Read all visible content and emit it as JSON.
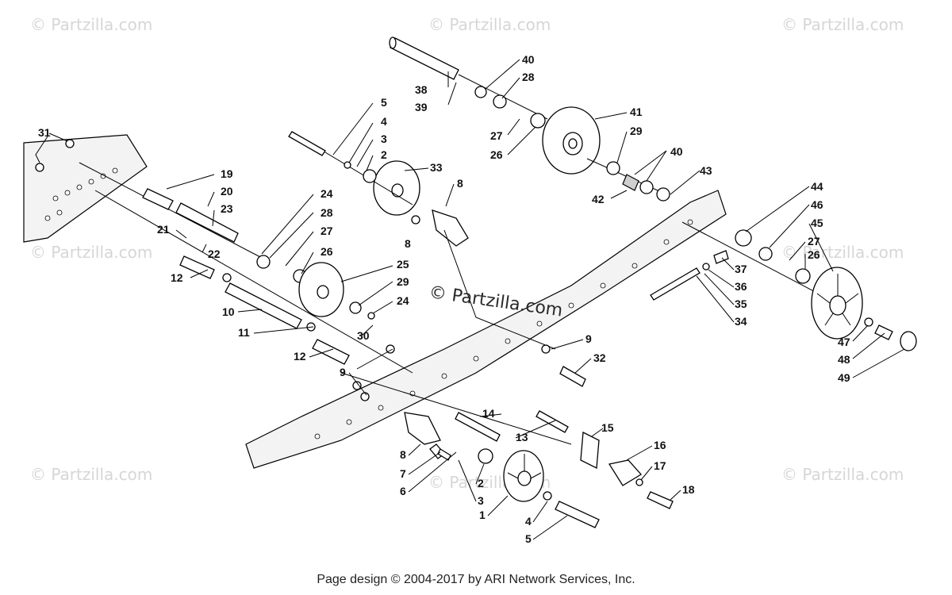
{
  "watermark": {
    "text": "© Partzilla.com",
    "center_text": "© Partzilla.com"
  },
  "callouts": [
    {
      "id": "c31",
      "text": "31"
    },
    {
      "id": "c19",
      "text": "19"
    },
    {
      "id": "c20",
      "text": "20"
    },
    {
      "id": "c23",
      "text": "23"
    },
    {
      "id": "c21",
      "text": "21"
    },
    {
      "id": "c22",
      "text": "22"
    },
    {
      "id": "c12a",
      "text": "12"
    },
    {
      "id": "c10",
      "text": "10"
    },
    {
      "id": "c11",
      "text": "11"
    },
    {
      "id": "c12b",
      "text": "12"
    },
    {
      "id": "c30",
      "text": "30"
    },
    {
      "id": "c9a",
      "text": "9"
    },
    {
      "id": "c5a",
      "text": "5"
    },
    {
      "id": "c4a",
      "text": "4"
    },
    {
      "id": "c3a",
      "text": "3"
    },
    {
      "id": "c2a",
      "text": "2"
    },
    {
      "id": "c33",
      "text": "33"
    },
    {
      "id": "c8a",
      "text": "8"
    },
    {
      "id": "c8b",
      "text": "8"
    },
    {
      "id": "c24a",
      "text": "24"
    },
    {
      "id": "c28a",
      "text": "28"
    },
    {
      "id": "c27a",
      "text": "27"
    },
    {
      "id": "c26a",
      "text": "26"
    },
    {
      "id": "c25",
      "text": "25"
    },
    {
      "id": "c29a",
      "text": "29"
    },
    {
      "id": "c24b",
      "text": "24"
    },
    {
      "id": "c38",
      "text": "38"
    },
    {
      "id": "c39",
      "text": "39"
    },
    {
      "id": "c40a",
      "text": "40"
    },
    {
      "id": "c28b",
      "text": "28"
    },
    {
      "id": "c27b",
      "text": "27"
    },
    {
      "id": "c26b",
      "text": "26"
    },
    {
      "id": "c41",
      "text": "41"
    },
    {
      "id": "c29b",
      "text": "29"
    },
    {
      "id": "c40b",
      "text": "40"
    },
    {
      "id": "c43",
      "text": "43"
    },
    {
      "id": "c42",
      "text": "42"
    },
    {
      "id": "c44",
      "text": "44"
    },
    {
      "id": "c46",
      "text": "46"
    },
    {
      "id": "c45",
      "text": "45"
    },
    {
      "id": "c27c",
      "text": "27"
    },
    {
      "id": "c26c",
      "text": "26"
    },
    {
      "id": "c37",
      "text": "37"
    },
    {
      "id": "c36",
      "text": "36"
    },
    {
      "id": "c35",
      "text": "35"
    },
    {
      "id": "c34",
      "text": "34"
    },
    {
      "id": "c47",
      "text": "47"
    },
    {
      "id": "c48",
      "text": "48"
    },
    {
      "id": "c49",
      "text": "49"
    },
    {
      "id": "c9b",
      "text": "9"
    },
    {
      "id": "c32",
      "text": "32"
    },
    {
      "id": "c14",
      "text": "14"
    },
    {
      "id": "c13",
      "text": "13"
    },
    {
      "id": "c15",
      "text": "15"
    },
    {
      "id": "c16",
      "text": "16"
    },
    {
      "id": "c17",
      "text": "17"
    },
    {
      "id": "c18",
      "text": "18"
    },
    {
      "id": "c9c",
      "text": "9"
    },
    {
      "id": "c8c",
      "text": "8"
    },
    {
      "id": "c7",
      "text": "7"
    },
    {
      "id": "c6",
      "text": "6"
    },
    {
      "id": "c2b",
      "text": "2"
    },
    {
      "id": "c3b",
      "text": "3"
    },
    {
      "id": "c1",
      "text": "1"
    },
    {
      "id": "c4b",
      "text": "4"
    },
    {
      "id": "c5b",
      "text": "5"
    }
  ],
  "footer": {
    "text": "Page design © 2004-2017 by ARI Network Services, Inc."
  }
}
